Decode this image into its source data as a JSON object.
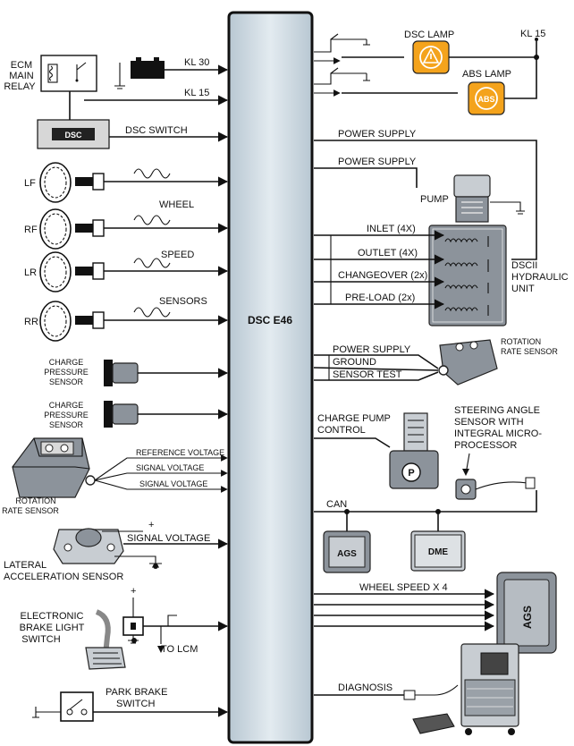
{
  "central_module": {
    "label": "DSC E46"
  },
  "inputs": {
    "ecm_relay": {
      "label": "ECM MAIN RELAY",
      "lines": [
        "ECM",
        "MAIN",
        "RELAY"
      ]
    },
    "kl30": "KL 30",
    "kl15": "KL 15",
    "dsc_switch": {
      "label": "DSC SWITCH",
      "button": "DSC"
    },
    "wheels": [
      "LF",
      "RF",
      "LR",
      "RR"
    ],
    "wheel_signal_labels": [
      "WHEEL",
      "SPEED",
      "SENSORS"
    ],
    "charge_pressure_1": [
      "CHARGE",
      "PRESSURE",
      "SENSOR"
    ],
    "charge_pressure_2": [
      "CHARGE",
      "PRESSURE",
      "SENSOR"
    ],
    "rotation_sensor_left": {
      "lines": [
        "ROTATION",
        "RATE SENSOR"
      ],
      "signals": [
        "REFERENCE VOLTAGE",
        "SIGNAL VOLTAGE",
        "SIGNAL VOLTAGE"
      ]
    },
    "lateral_acceleration": {
      "lines": [
        "LATERAL",
        "ACCELERATION SENSOR"
      ],
      "signal": "SIGNAL VOLTAGE",
      "plus": "+"
    },
    "brake_light_switch": {
      "lines": [
        "ELECTRONIC",
        "BRAKE LIGHT",
        "SWITCH"
      ],
      "to_lcm": "TO LCM",
      "plus": "+"
    },
    "park_brake": {
      "lines": [
        "PARK BRAKE",
        "SWITCH"
      ]
    }
  },
  "outputs": {
    "kl15_right": "KL 15",
    "dsc_lamp": "DSC LAMP",
    "abs_lamp": "ABS LAMP",
    "abs_badge": "ABS",
    "power_supply_1": "POWER SUPPLY",
    "power_supply_2": "POWER SUPPLY",
    "pump": "PUMP",
    "valves": [
      "INLET (4X)",
      "OUTLET (4X)",
      "CHANGEOVER (2x)",
      "PRE-LOAD (2x)"
    ],
    "hydraulic_unit": [
      "DSCII",
      "HYDRAULIC",
      "UNIT"
    ],
    "rotation_signals": [
      "POWER SUPPLY",
      "GROUND",
      "SENSOR TEST"
    ],
    "rotation_sensor_right": [
      "ROTATION",
      "RATE SENSOR"
    ],
    "charge_pump": [
      "CHARGE PUMP",
      "CONTROL"
    ],
    "charge_pump_badge": "P",
    "steering_angle": [
      "STEERING ANGLE",
      "SENSOR WITH",
      "INTEGRAL MICRO-",
      "PROCESSOR"
    ],
    "can": "CAN",
    "ags_small": "AGS",
    "dme": "DME",
    "wheel_speed": "WHEEL SPEED X 4",
    "ags_large": "AGS",
    "diagnosis": "DIAGNOSIS"
  },
  "colors": {
    "module_fill": "#c9d6df",
    "lamp_orange": "#f4a31c",
    "component_gray": "#8c939b"
  }
}
